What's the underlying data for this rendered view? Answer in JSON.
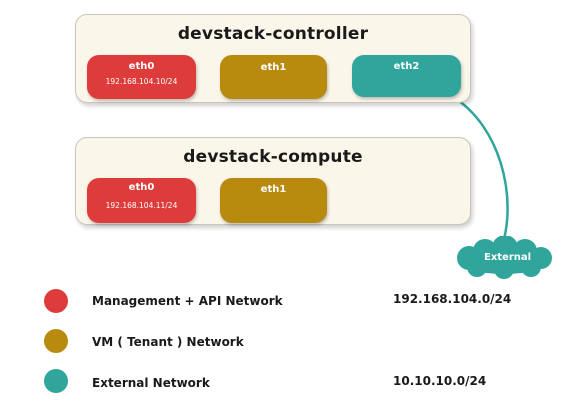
{
  "controller": {
    "title": "devstack-controller",
    "nics": [
      {
        "name": "eth0",
        "ip": "192.168.104.10/24"
      },
      {
        "name": "eth1"
      },
      {
        "name": "eth2"
      }
    ]
  },
  "compute": {
    "title": "devstack-compute",
    "nics": [
      {
        "name": "eth0",
        "ip": "192.168.104.11/24"
      },
      {
        "name": "eth1"
      }
    ]
  },
  "external_cloud": {
    "label": "External"
  },
  "legend": [
    {
      "label": "Management + API Network",
      "cidr": "192.168.104.0/24",
      "color": "#de3b3b"
    },
    {
      "label": "VM ( Tenant ) Network",
      "cidr": "",
      "color": "#b88a0e"
    },
    {
      "label": "External Network",
      "cidr": "10.10.10.0/24",
      "color": "#2fa59b"
    }
  ],
  "colors": {
    "management": "#de3b3b",
    "tenant": "#b88a0e",
    "external": "#2fa59b",
    "node_background": "#fbf6ea"
  }
}
